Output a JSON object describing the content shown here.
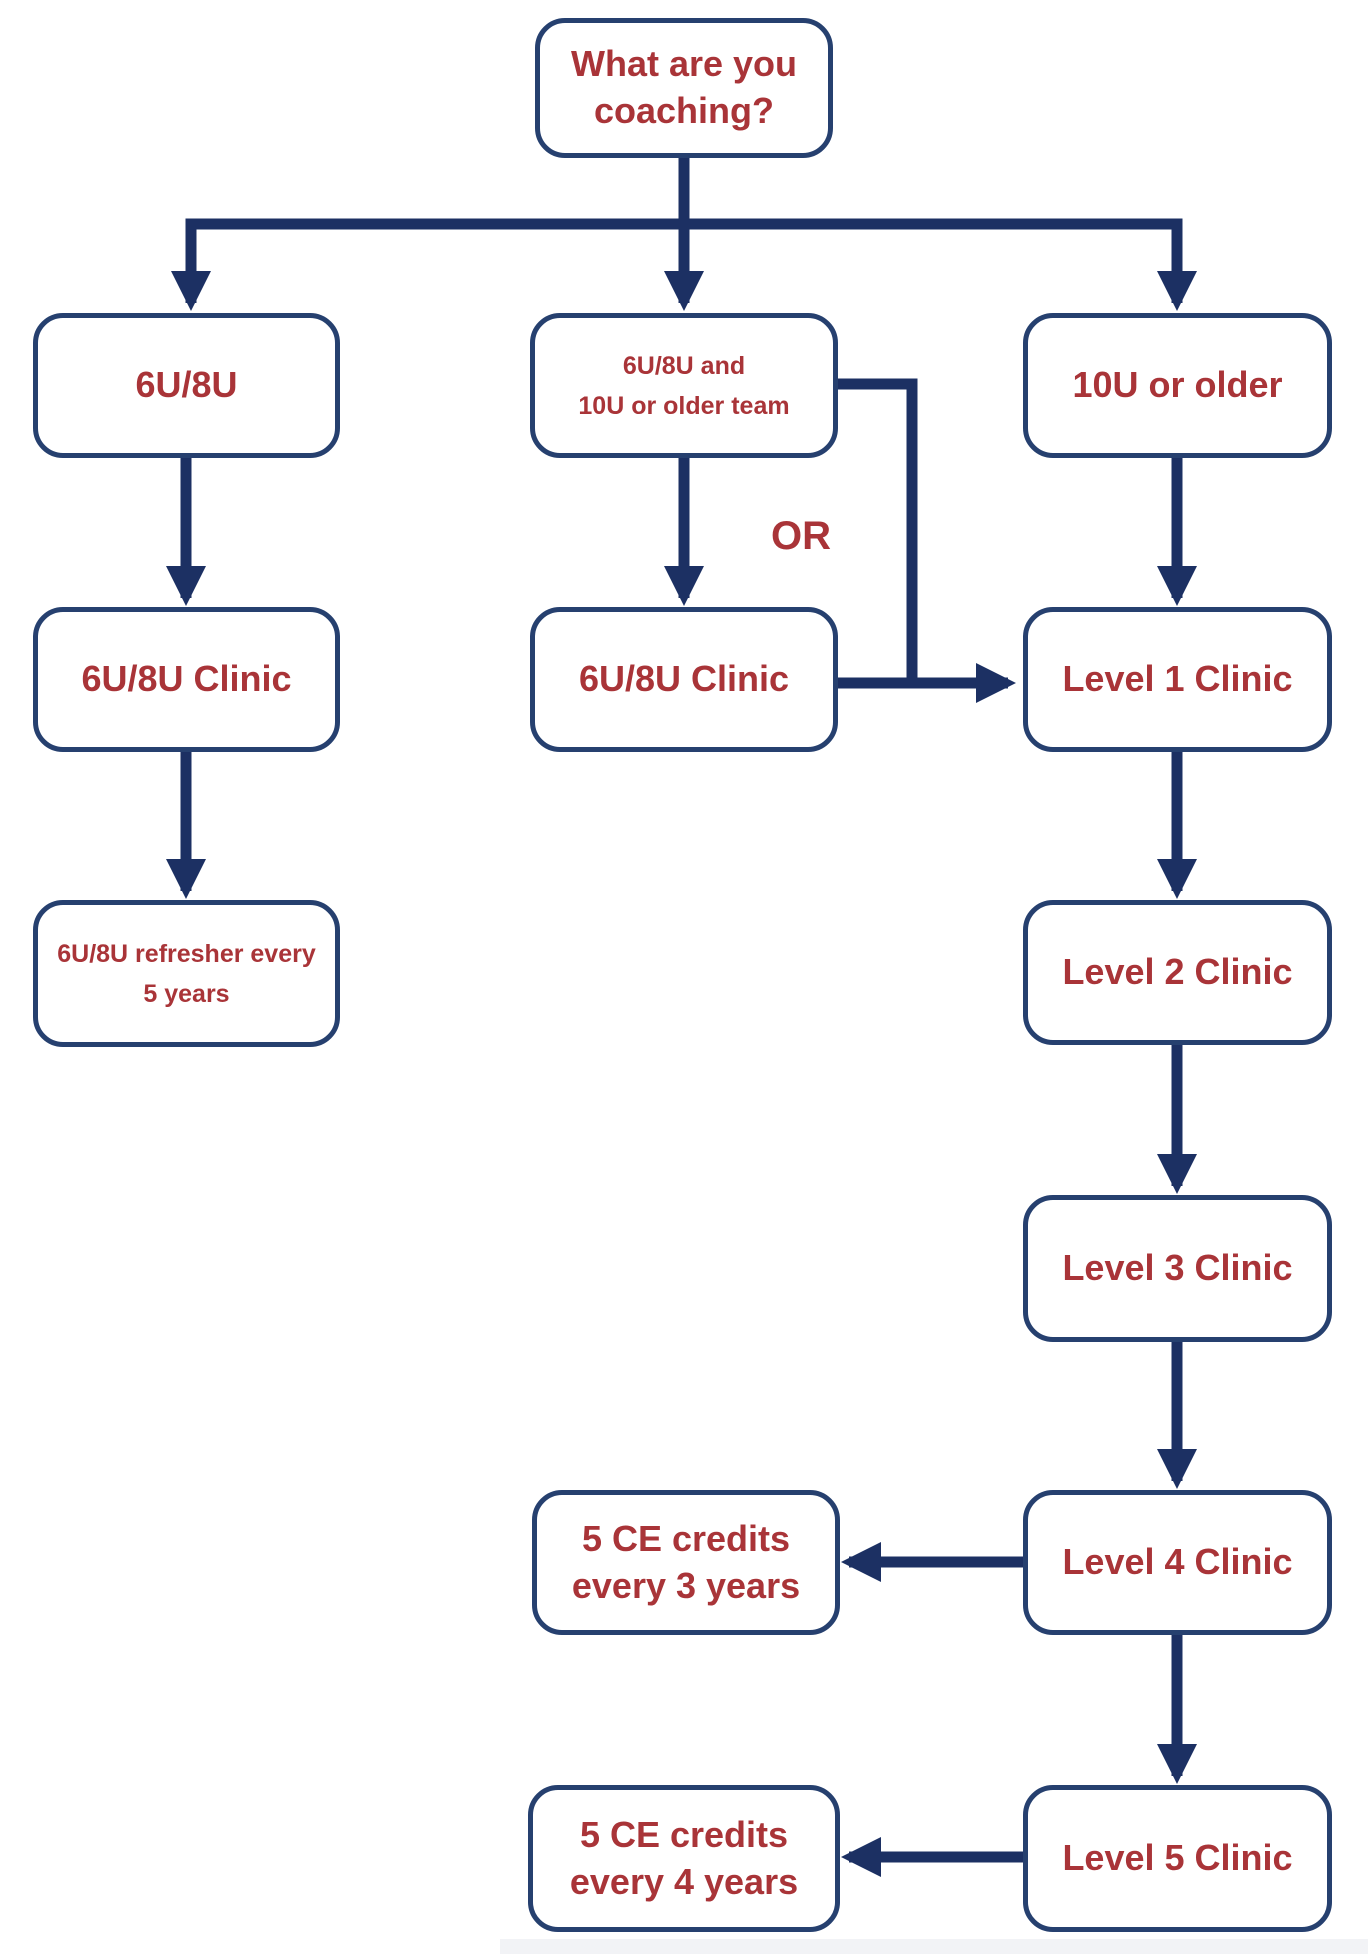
{
  "diagram_title": "What are you coaching? — coaching clinic flowchart",
  "colors": {
    "box_border": "#26406f",
    "arrow": "#1c3063",
    "label_text": "#a93438",
    "background": "#ffffff"
  },
  "or_connector_label": "OR",
  "nodes": {
    "start": {
      "lines": [
        "What are you",
        "coaching?"
      ]
    },
    "u6u8": {
      "lines": [
        "6U/8U"
      ]
    },
    "both": {
      "lines": [
        "6U/8U  and",
        "10U or older team"
      ]
    },
    "u10": {
      "lines": [
        "10U or older"
      ]
    },
    "clinic_left": {
      "lines": [
        "6U/8U Clinic"
      ]
    },
    "clinic_mid": {
      "lines": [
        "6U/8U Clinic"
      ]
    },
    "level1": {
      "lines": [
        "Level 1 Clinic"
      ]
    },
    "refresher": {
      "lines": [
        "6U/8U refresher every",
        "5 years"
      ]
    },
    "level2": {
      "lines": [
        "Level 2 Clinic"
      ]
    },
    "level3": {
      "lines": [
        "Level 3 Clinic"
      ]
    },
    "level4": {
      "lines": [
        "Level 4 Clinic"
      ]
    },
    "level5": {
      "lines": [
        "Level 5 Clinic"
      ]
    },
    "ce3": {
      "lines": [
        "5 CE credits",
        "every 3 years"
      ]
    },
    "ce4": {
      "lines": [
        "5 CE credits",
        "every 4 years"
      ]
    }
  }
}
